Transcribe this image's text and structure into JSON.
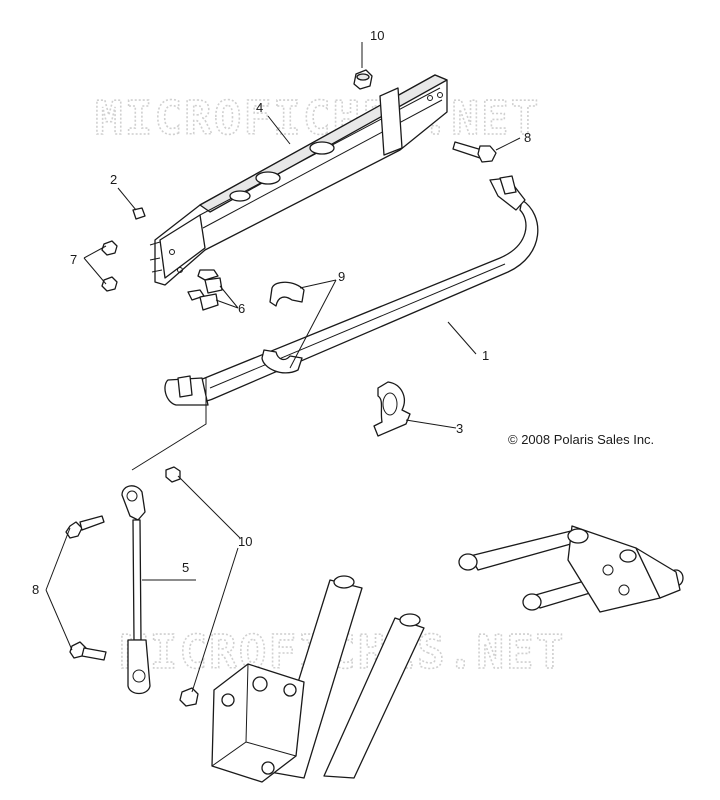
{
  "watermark": "MICROFICHES.NET",
  "copyright": "© 2008 Polaris Sales Inc.",
  "callouts": {
    "c1": "1",
    "c2": "2",
    "c3": "3",
    "c4": "4",
    "c5": "5",
    "c6": "6",
    "c7": "7",
    "c8a": "8",
    "c8b": "8",
    "c9": "9",
    "c10a": "10",
    "c10b": "10"
  }
}
